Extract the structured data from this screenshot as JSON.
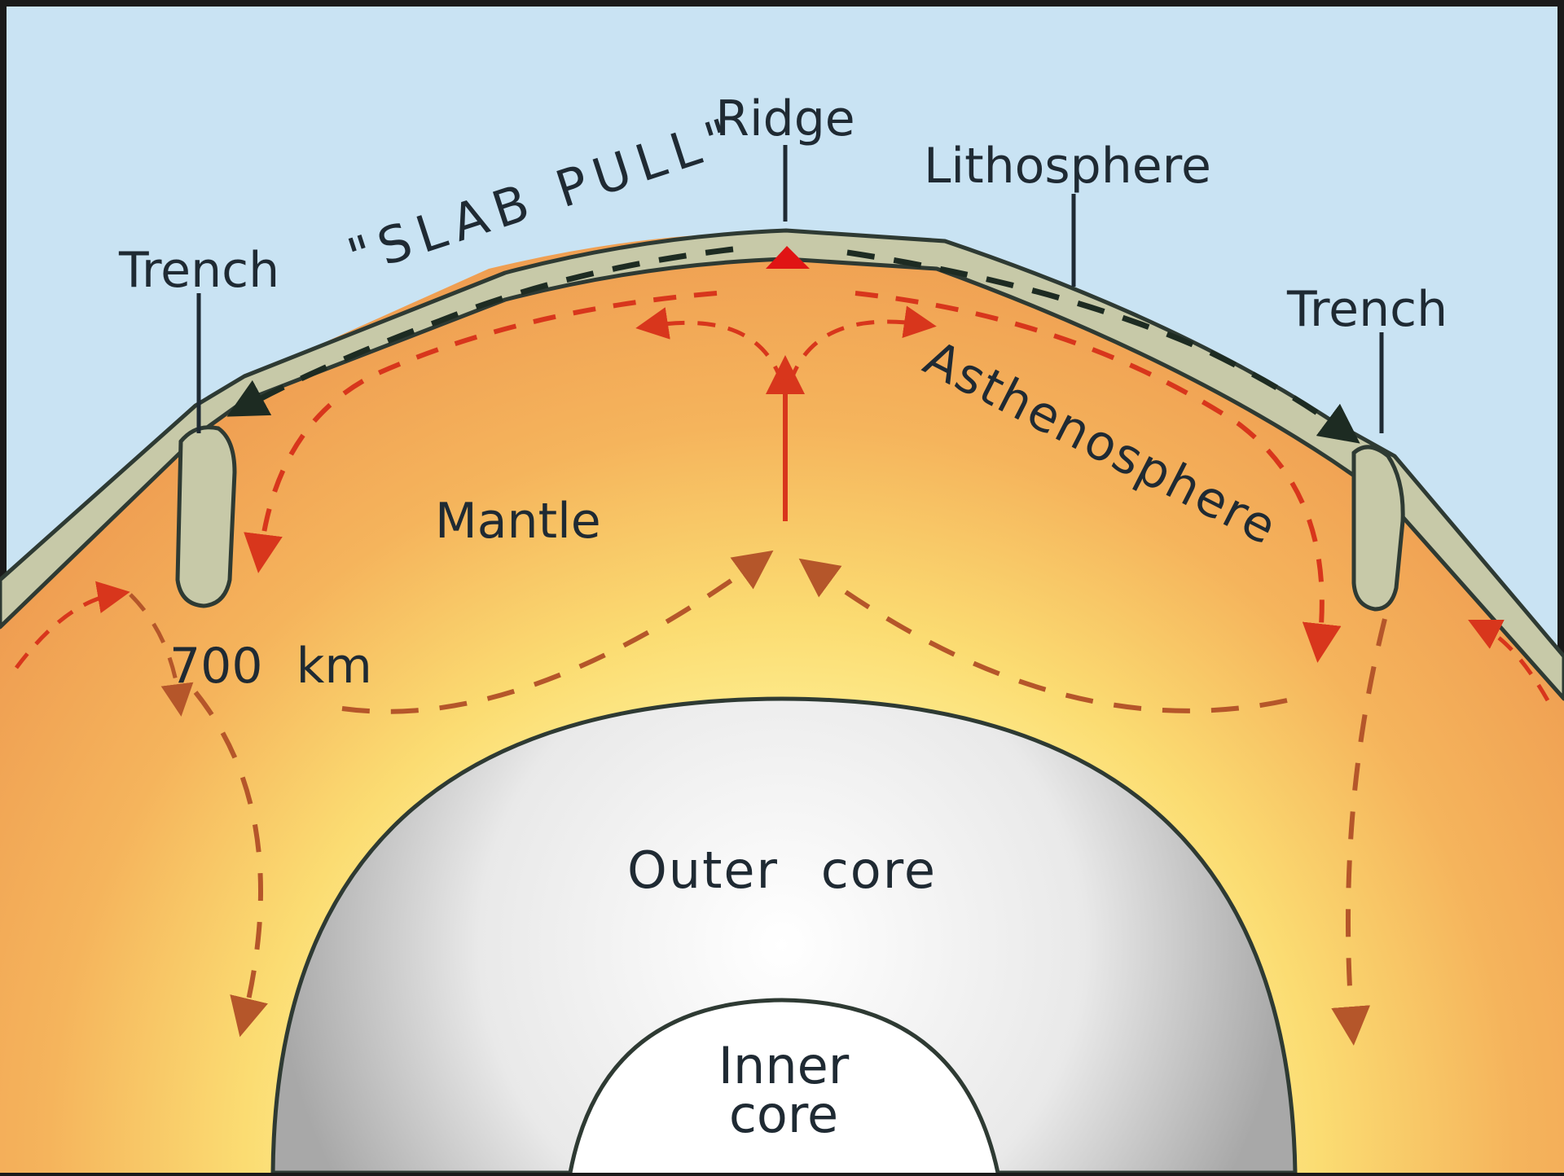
{
  "labels": {
    "ridge": "Ridge",
    "lithosphere": "Lithosphere",
    "slab_pull": "\"SLAB PULL\"",
    "trench_left": "Trench",
    "trench_right": "Trench",
    "asthenosphere": "Asthenosphere",
    "mantle": "Mantle",
    "depth": "700 km",
    "outer_core": "Outer core",
    "inner_core_line1": "Inner",
    "inner_core_line2": "core"
  },
  "colors": {
    "sky": "#c9e3f3",
    "lithosphere": "#c7c9a8",
    "mantle_outer": "#f0a556",
    "mantle_inner": "#fbe37a",
    "core_light": "#ffffff",
    "core_dark": "#a9a9a9",
    "arrow_red": "#d8361c",
    "arrow_brown": "#b5562a",
    "ridge_red": "#e01414"
  }
}
